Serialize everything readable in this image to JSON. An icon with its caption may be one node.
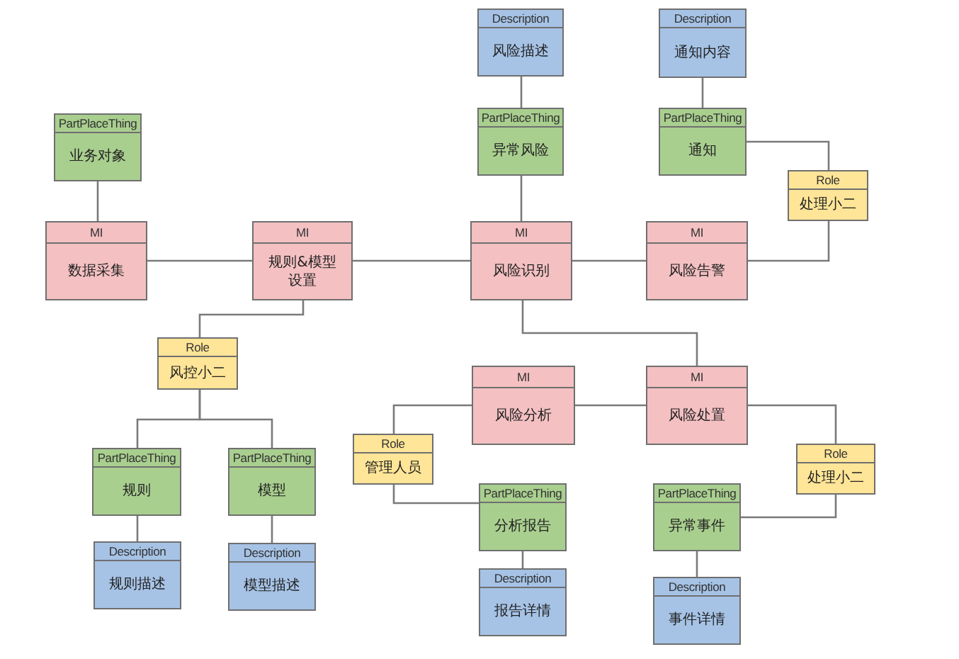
{
  "diagram": {
    "nodes": [
      {
        "text": [
          "Description",
          "风险描述"
        ]
      },
      {
        "text": [
          "Description",
          "通知内容"
        ]
      },
      {
        "text": [
          "PartPlaceThing",
          "异常风险"
        ]
      },
      {
        "text": [
          "PartPlaceThing",
          "通知"
        ]
      },
      {
        "text": [
          "PartPlaceThing",
          "业务对象"
        ]
      },
      {
        "text": [
          "Role",
          "处理小二"
        ]
      },
      {
        "text": [
          "MI",
          "数据采集"
        ]
      },
      {
        "text": [
          "MI",
          "规则&模型设置"
        ]
      },
      {
        "text": [
          "MI",
          "风险识别"
        ]
      },
      {
        "text": [
          "MI",
          "风险告警"
        ]
      },
      {
        "text": [
          "Role",
          "风控小二"
        ]
      },
      {
        "text": [
          "MI",
          "风险分析"
        ]
      },
      {
        "text": [
          "MI",
          "风险处置"
        ]
      },
      {
        "text": [
          "Role",
          "管理人员"
        ]
      },
      {
        "text": [
          "Role",
          "处理小二"
        ]
      },
      {
        "text": [
          "PartPlaceThing",
          "规则"
        ]
      },
      {
        "text": [
          "PartPlaceThing",
          "模型"
        ]
      },
      {
        "text": [
          "PartPlaceThing",
          "分析报告"
        ]
      },
      {
        "text": [
          "PartPlaceThing",
          "异常事件"
        ]
      },
      {
        "text": [
          "Description",
          "规则描述"
        ]
      },
      {
        "text": [
          "Description",
          "模型描述"
        ]
      },
      {
        "text": [
          "Description",
          "报告详情"
        ]
      },
      {
        "text": [
          "Description",
          "事件详情"
        ]
      }
    ],
    "edges": [
      {
        "from": 4,
        "to": 6,
        "arrow": "none"
      },
      {
        "from": 6,
        "to": 7,
        "arrow": "none"
      },
      {
        "from": 7,
        "to": 8,
        "arrow": "none"
      },
      {
        "from": 7,
        "to": 10,
        "arrow": "none"
      },
      {
        "from": 10,
        "to": 15,
        "arrow": "none"
      },
      {
        "from": 10,
        "to": 16,
        "arrow": "none"
      },
      {
        "from": 15,
        "to": 19,
        "arrow": "none"
      },
      {
        "from": 16,
        "to": 20,
        "arrow": "none"
      },
      {
        "from": 0,
        "to": 2,
        "arrow": "none"
      },
      {
        "from": 2,
        "to": 8,
        "arrow": "none"
      },
      {
        "from": 1,
        "to": 3,
        "arrow": "none"
      },
      {
        "from": 3,
        "to": 5,
        "arrow": "none"
      },
      {
        "from": 5,
        "to": 9,
        "arrow": "none"
      },
      {
        "from": 8,
        "to": 9,
        "arrow": "none"
      },
      {
        "from": 8,
        "to": 12,
        "arrow": "none"
      },
      {
        "from": 11,
        "to": 12,
        "arrow": "none"
      },
      {
        "from": 11,
        "to": 13,
        "arrow": "none"
      },
      {
        "from": 13,
        "to": 17,
        "arrow": "none"
      },
      {
        "from": 17,
        "to": 21,
        "arrow": "none"
      },
      {
        "from": 12,
        "to": 14,
        "arrow": "none"
      },
      {
        "from": 14,
        "to": 18,
        "arrow": "none"
      },
      {
        "from": 18,
        "to": 22,
        "arrow": "none"
      }
    ]
  }
}
